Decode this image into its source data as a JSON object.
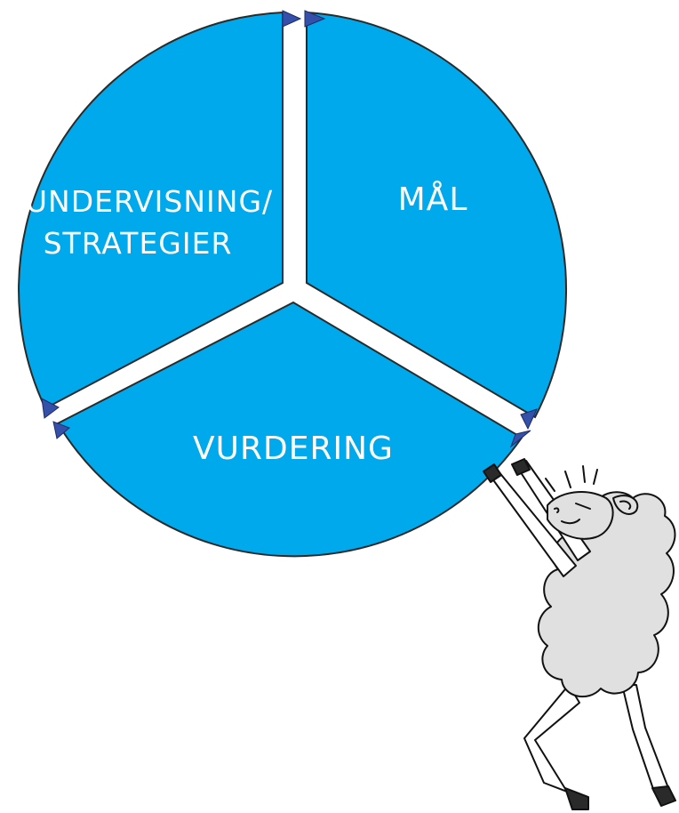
{
  "diagram": {
    "colors": {
      "segment_fill": "#00A9EC",
      "outline": "#2a2a2a",
      "arrow": "#3450A8",
      "label": "#ffffff",
      "wool": "#E0E0E0",
      "background": "#ffffff"
    },
    "segments": [
      {
        "id": "maal",
        "lines": [
          "MÅL"
        ]
      },
      {
        "id": "vurdering",
        "lines": [
          "VURDERING"
        ]
      },
      {
        "id": "undervisning",
        "lines": [
          "UNDERVISNING/",
          "STRATEGIER"
        ]
      }
    ],
    "illustration": "sheep-pushing-wheel"
  }
}
